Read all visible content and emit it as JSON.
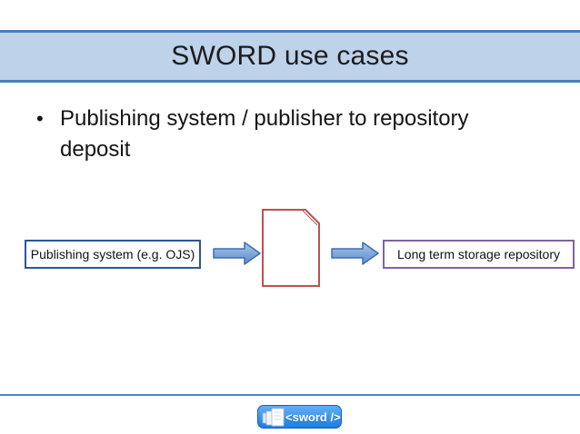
{
  "slide": {
    "title": "SWORD use cases",
    "bullet": {
      "marker": "•",
      "text": "Publishing system / publisher to repository\ndeposit"
    },
    "diagram": {
      "source_label": "Publishing system (e.g. OJS)",
      "target_label": "Long term storage repository",
      "flow_icons": [
        "right-arrow",
        "document",
        "right-arrow"
      ]
    },
    "footer": {
      "logo_text": "<sword />"
    }
  },
  "colors": {
    "title_bar_fill": "#bed2e9",
    "title_bar_border": "#4a7ebb",
    "source_box_border": "#2a5699",
    "target_box_border": "#8064a2",
    "arrow_fill_top": "#a9c7ec",
    "arrow_fill_bottom": "#5b8bc9",
    "arrow_outline": "#3d6eb0",
    "document_outline": "#c0504d",
    "footer_divider": "#4c85c5",
    "logo_blue": "#2e8ae6"
  }
}
